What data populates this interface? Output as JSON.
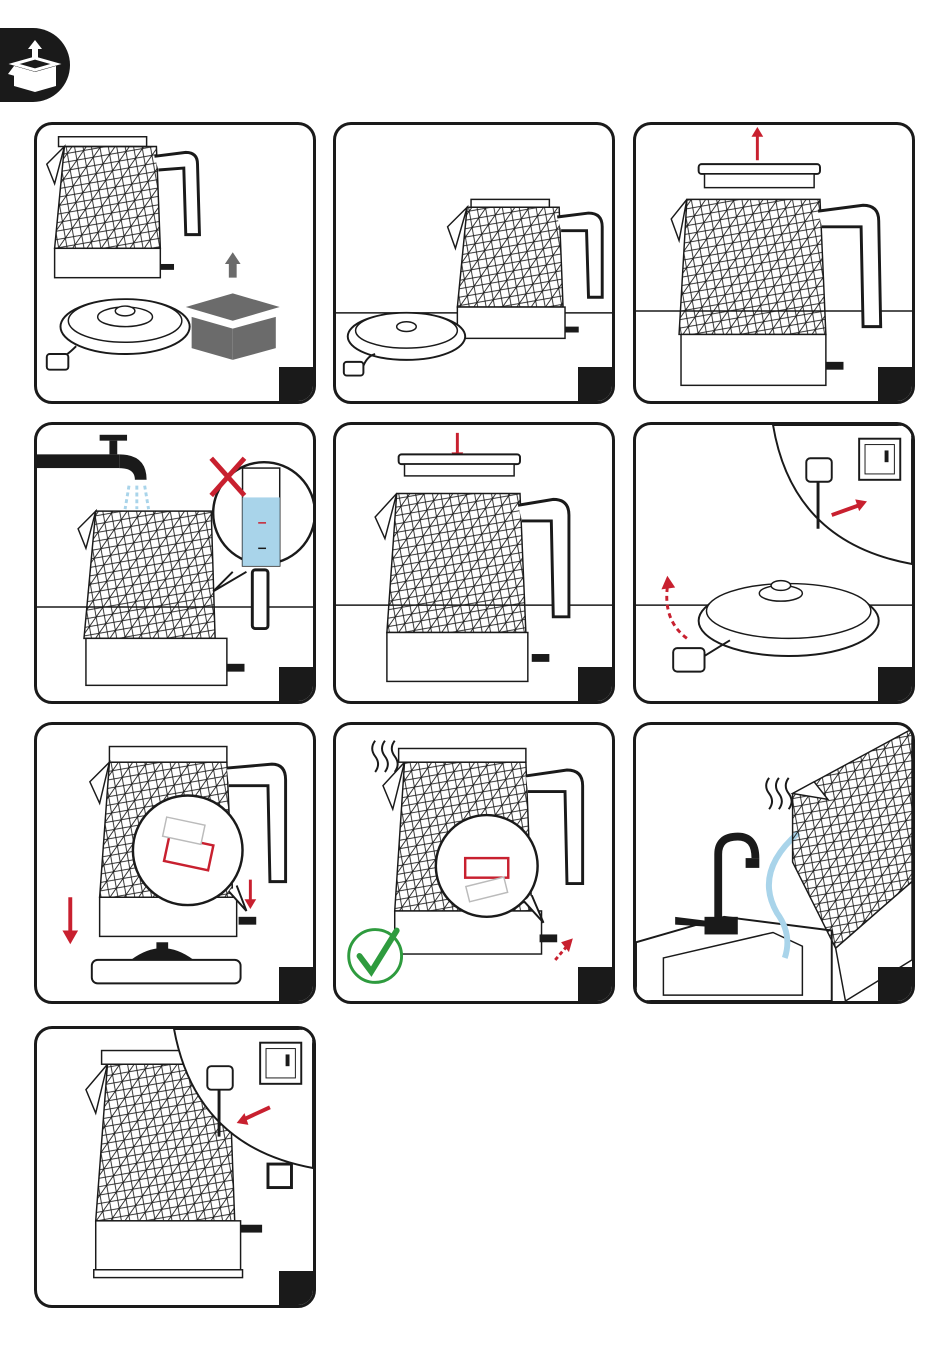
{
  "header": {
    "icon": "unbox-icon"
  },
  "colors": {
    "ink": "#1a1a1a",
    "accent": "#c8202f",
    "water": "#a9d4ea",
    "ok": "#2e9b3e",
    "box": "#6b6b6b"
  },
  "panels": [
    {
      "id": 1,
      "scene": "unbox",
      "icons": [
        "kettle-icon",
        "base-icon",
        "plug-icon",
        "open-box-icon"
      ]
    },
    {
      "id": 2,
      "scene": "place-on-surface",
      "icons": [
        "kettle-icon",
        "base-icon",
        "plug-icon"
      ]
    },
    {
      "id": 3,
      "scene": "remove-lid",
      "icons": [
        "lid-icon",
        "up-arrow-icon",
        "kettle-icon"
      ]
    },
    {
      "id": 4,
      "scene": "fill-water",
      "icons": [
        "tap-icon",
        "kettle-icon",
        "cross-icon",
        "water-gauge-icon"
      ]
    },
    {
      "id": 5,
      "scene": "replace-lid",
      "icons": [
        "lid-icon",
        "down-arrow-icon",
        "kettle-icon"
      ]
    },
    {
      "id": 6,
      "scene": "plug-in-base",
      "icons": [
        "wall-socket-icon",
        "plug-icon",
        "base-icon",
        "arc-arrow-icon"
      ]
    },
    {
      "id": 7,
      "scene": "place-on-base",
      "icons": [
        "kettle-icon",
        "base-icon",
        "switch-zoom-icon",
        "down-arrow-icon"
      ]
    },
    {
      "id": 8,
      "scene": "boil",
      "icons": [
        "steam-icon",
        "kettle-icon",
        "switch-zoom-icon",
        "check-icon"
      ]
    },
    {
      "id": 9,
      "scene": "empty-into-sink",
      "icons": [
        "steam-icon",
        "sink-icon",
        "tap-icon",
        "kettle-icon"
      ]
    },
    {
      "id": 10,
      "scene": "unplug",
      "icons": [
        "kettle-icon",
        "wall-socket-icon",
        "plug-icon",
        "arrow-icon"
      ]
    }
  ]
}
